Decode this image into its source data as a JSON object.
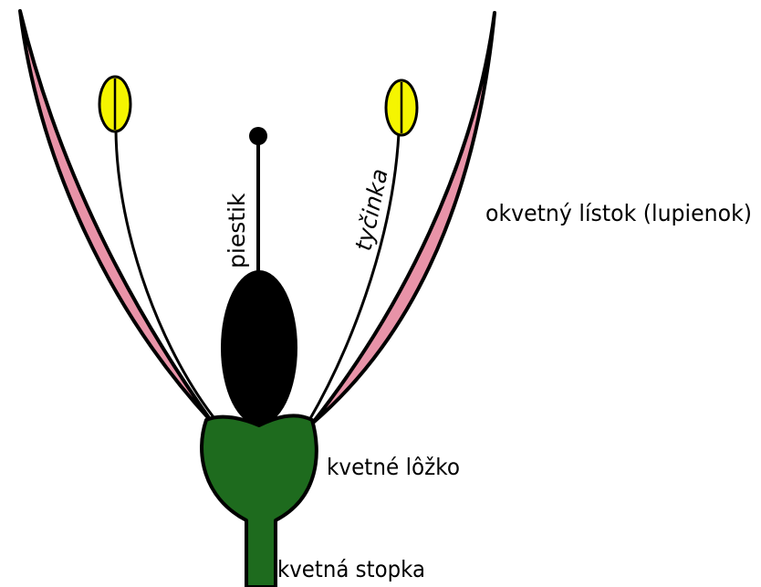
{
  "labels": {
    "pistil": "piestik",
    "stamen": "tyčinka",
    "petal": "okvetný lístok (lupienok)",
    "receptacle": "kvetné lôžko",
    "stalk": "kvetná stopka"
  },
  "colors": {
    "petal_fill": "#e893a8",
    "outline": "#000000",
    "anther_fill": "#f5f500",
    "pistil_fill": "#000000",
    "receptacle_fill": "#1e6b1e",
    "background": "#ffffff"
  }
}
